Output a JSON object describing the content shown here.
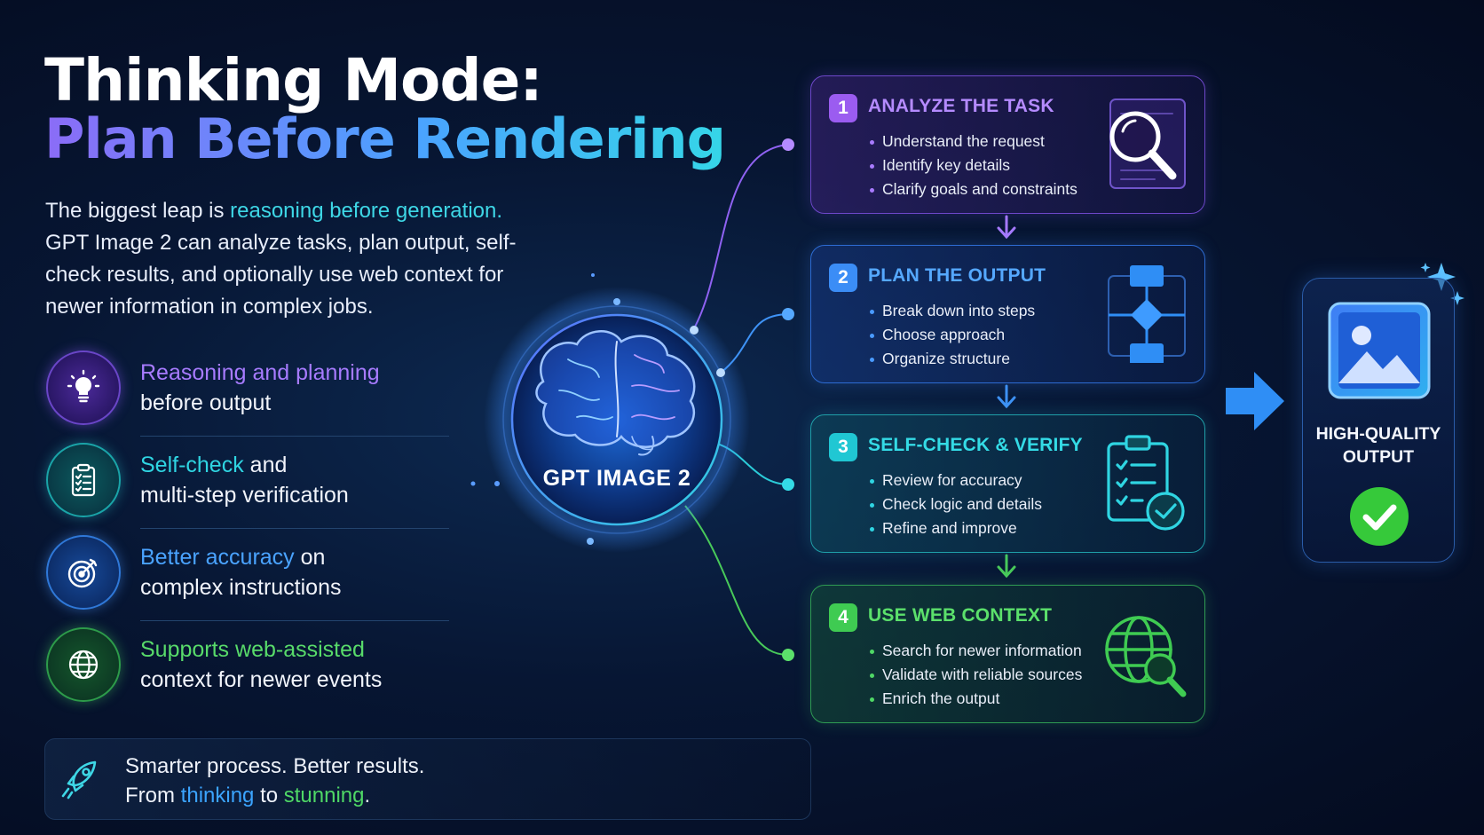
{
  "header": {
    "title_line1": "Thinking Mode:",
    "title_line2": "Plan Before Rendering"
  },
  "intro": {
    "lead": "The biggest leap is ",
    "highlight": "reasoning before generation.",
    "rest": "GPT Image 2 can analyze tasks, plan output, self-check results, and optionally use web context for newer information in complex jobs."
  },
  "features": [
    {
      "icon": "lightbulb-icon",
      "accent": "#a77bff",
      "highlight": "Reasoning and planning",
      "after": "",
      "line2": "before output"
    },
    {
      "icon": "clipboard-checklist-icon",
      "accent": "#2fd5e2",
      "highlight": "Self-check",
      "after": " and",
      "line2": "multi-step verification"
    },
    {
      "icon": "target-icon",
      "accent": "#4aa3ff",
      "highlight": "Better accuracy",
      "after": " on",
      "line2": "complex instructions"
    },
    {
      "icon": "globe-icon",
      "accent": "#58db6a",
      "highlight": "Supports ",
      "highlight2": "web-assisted",
      "line2": "context for newer events"
    }
  ],
  "footer": {
    "icon": "rocket-icon",
    "line1": "Smarter process. Better results.",
    "line2_a": "From ",
    "line2_b": "thinking",
    "line2_c": " to ",
    "line2_d": "stunning",
    "line2_e": "."
  },
  "center": {
    "icon": "brain-icon",
    "label": "GPT IMAGE 2"
  },
  "steps": [
    {
      "num": "1",
      "title": "ANALYZE THE TASK",
      "icon": "magnifier-document-icon",
      "color": "#9b5cf0",
      "items": [
        "Understand the request",
        "Identify key details",
        "Clarify goals and constraints"
      ]
    },
    {
      "num": "2",
      "title": "PLAN THE OUTPUT",
      "icon": "flowchart-icon",
      "color": "#3b8df6",
      "items": [
        "Break down into steps",
        "Choose approach",
        "Organize structure"
      ]
    },
    {
      "num": "3",
      "title": "SELF-CHECK & VERIFY",
      "icon": "checklist-verified-icon",
      "color": "#20c7d3",
      "items": [
        "Review for accuracy",
        "Check logic and details",
        "Refine and improve"
      ]
    },
    {
      "num": "4",
      "title": "USE WEB CONTEXT",
      "icon": "globe-search-icon",
      "color": "#3fcb52",
      "items": [
        "Search for newer information",
        "Validate with reliable sources",
        "Enrich the output"
      ]
    }
  ],
  "output": {
    "icon": "image-icon",
    "title": "HIGH-QUALITY OUTPUT",
    "check_icon": "check-circle-icon",
    "arrow_icon": "arrow-right-icon",
    "sparkle_icon": "sparkle-icon"
  }
}
